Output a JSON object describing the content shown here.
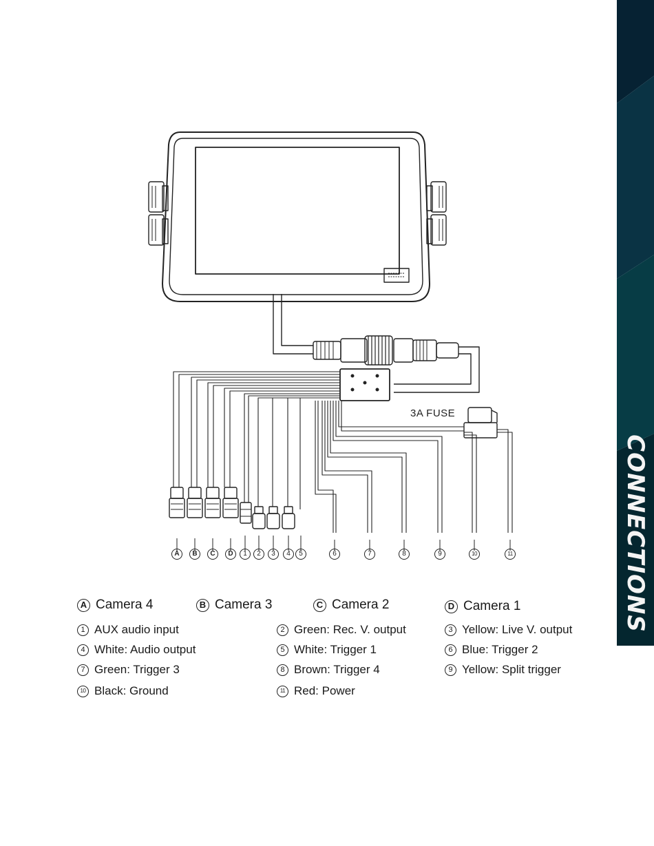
{
  "side_tab": {
    "label": "CONNECTIONS",
    "colors": [
      "#062233",
      "#0a3344",
      "#073c45",
      "#04262f"
    ]
  },
  "diagram": {
    "fuse_label": "3A FUSE",
    "markers": [
      {
        "text": "A",
        "kind": "cam"
      },
      {
        "text": "B",
        "kind": "cam"
      },
      {
        "text": "C",
        "kind": "cam"
      },
      {
        "text": "D",
        "kind": "cam"
      },
      {
        "text": "1",
        "kind": "num"
      },
      {
        "text": "2",
        "kind": "num"
      },
      {
        "text": "3",
        "kind": "num"
      },
      {
        "text": "4",
        "kind": "num"
      },
      {
        "text": "5",
        "kind": "num"
      },
      {
        "text": "6",
        "kind": "num"
      },
      {
        "text": "7",
        "kind": "num"
      },
      {
        "text": "8",
        "kind": "num"
      },
      {
        "text": "9",
        "kind": "num"
      },
      {
        "text": "10",
        "kind": "num"
      },
      {
        "text": "11",
        "kind": "num"
      }
    ]
  },
  "legend": {
    "cameras": [
      {
        "symbol": "A",
        "label": "Camera 4"
      },
      {
        "symbol": "B",
        "label": "Camera  3"
      },
      {
        "symbol": "C",
        "label": "Camera 2"
      },
      {
        "symbol": "D",
        "label": "Camera  1"
      }
    ],
    "wires": [
      {
        "symbol": "1",
        "label": "AUX audio input"
      },
      {
        "symbol": "2",
        "label": "Green: Rec. V. output"
      },
      {
        "symbol": "3",
        "label": "Yellow: Live V. output"
      },
      {
        "symbol": "4",
        "label": "White: Audio output"
      },
      {
        "symbol": "5",
        "label": "White: Trigger 1"
      },
      {
        "symbol": "6",
        "label": "Blue: Trigger  2"
      },
      {
        "symbol": "7",
        "label": "Green: Trigger 3"
      },
      {
        "symbol": "8",
        "label": "Brown: Trigger 4"
      },
      {
        "symbol": "9",
        "label": "Yellow: Split trigger"
      },
      {
        "symbol": "10",
        "label": "Black:  Ground"
      },
      {
        "symbol": "11",
        "label": "Red: Power"
      }
    ]
  }
}
